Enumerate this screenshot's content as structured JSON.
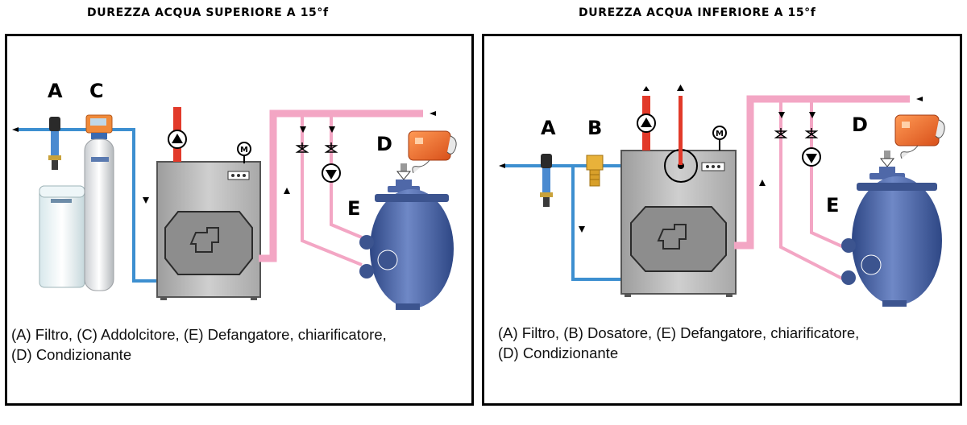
{
  "panels": [
    {
      "title": "DUREZZA ACQUA SUPERIORE A 15°f",
      "labels": {
        "A": "A",
        "C": "C",
        "D": "D",
        "E": "E"
      },
      "caption": [
        "(A) Filtro, (C) Addolcitore, (E) Defangatore, chiarificatore,",
        "(D) Condizionante"
      ]
    },
    {
      "title": "DUREZZA ACQUA INFERIORE A 15°f",
      "labels": {
        "A": "A",
        "B": "B",
        "D": "D",
        "E": "E"
      },
      "caption": [
        "(A) Filtro, (B) Dosatore, (E) Defangatore, chiarificatore,",
        "(D) Condizionante"
      ]
    }
  ],
  "motor_symbol": "M",
  "colors": {
    "cold_water_pipe": "#3d8fd0",
    "return_pipe": "#f3a6c4",
    "hot_pipe": "#e23a2a",
    "boiler_body": "#b8b8b8",
    "tank_blue": "#4f68a8",
    "dosing_unit": "#ef6b2a"
  }
}
